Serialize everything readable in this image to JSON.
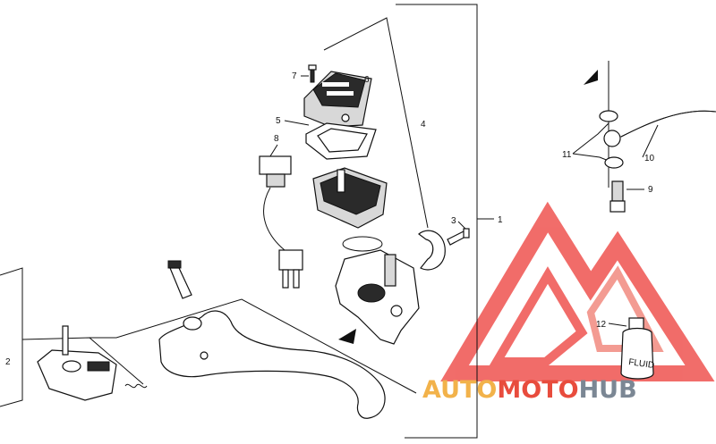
{
  "callouts": [
    {
      "id": "1",
      "text": "1"
    },
    {
      "id": "2",
      "text": "2"
    },
    {
      "id": "3",
      "text": "3"
    },
    {
      "id": "4",
      "text": "4"
    },
    {
      "id": "5",
      "text": "5"
    },
    {
      "id": "6",
      "text": "6"
    },
    {
      "id": "7",
      "text": "7"
    },
    {
      "id": "8",
      "text": "8"
    },
    {
      "id": "9",
      "text": "9"
    },
    {
      "id": "10",
      "text": "10"
    },
    {
      "id": "11",
      "text": "11"
    },
    {
      "id": "12",
      "text": "12"
    }
  ],
  "bottle_label": "FLUID",
  "watermark": {
    "part1": "AUTO",
    "part2": "MOTO",
    "part3": "HUB",
    "colors": {
      "auto": "#f2b24a",
      "moto": "#e84c3d",
      "hub": "#7b8794",
      "logo": "#ef5350"
    }
  }
}
